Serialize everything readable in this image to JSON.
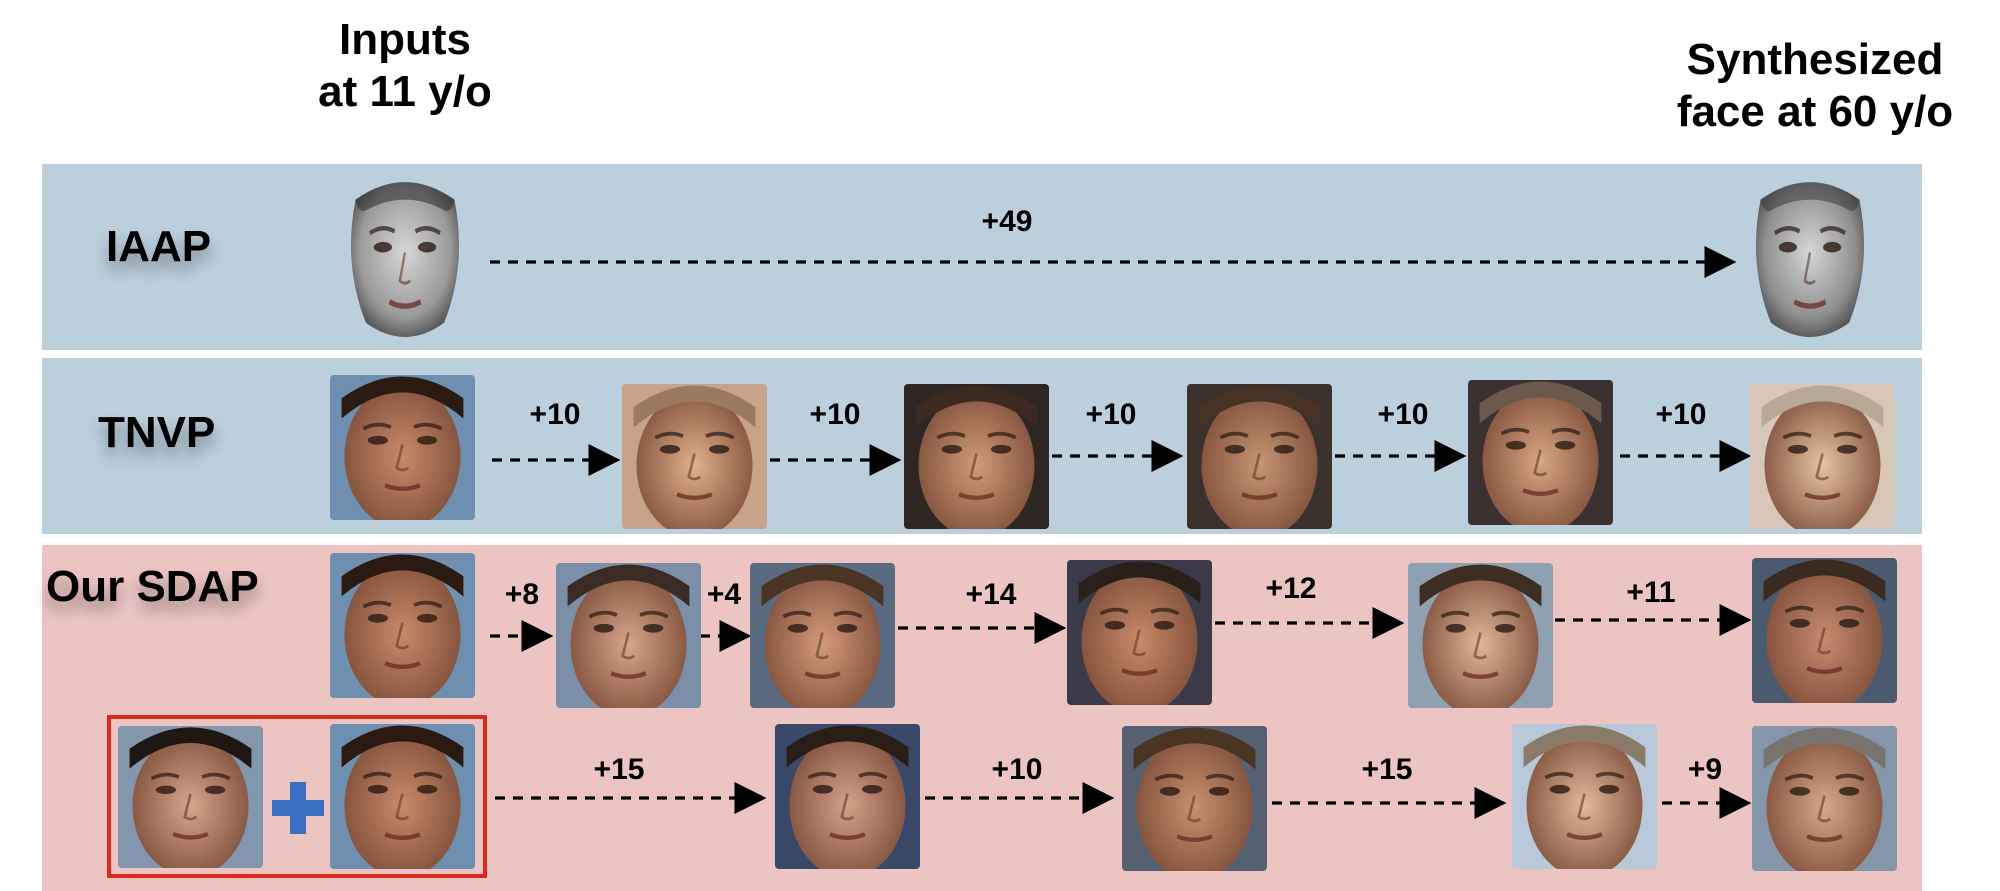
{
  "headers": {
    "input_line1": "Inputs",
    "input_line2": "at 11 y/o",
    "output_line1": "Synthesized",
    "output_line2": "face at 60 y/o"
  },
  "methods": {
    "iaap": "IAAP",
    "tnvp": "TNVP",
    "sdap": "Our SDAP"
  },
  "steps": {
    "iaap": [
      "+49"
    ],
    "tnvp": [
      "+10",
      "+10",
      "+10",
      "+10",
      "+10"
    ],
    "sdap_row1": [
      "+8",
      "+4",
      "+14",
      "+12",
      "+11"
    ],
    "sdap_row2": [
      "+15",
      "+10",
      "+15",
      "+9"
    ]
  },
  "colors": {
    "band_blue": "#bccfdd",
    "band_pink": "#ecc5c3",
    "highlight_box": "#e0291e",
    "plus_sign": "#3a70c4"
  },
  "icons": {
    "combine": "plus-icon",
    "progression": "dashed-arrow"
  }
}
